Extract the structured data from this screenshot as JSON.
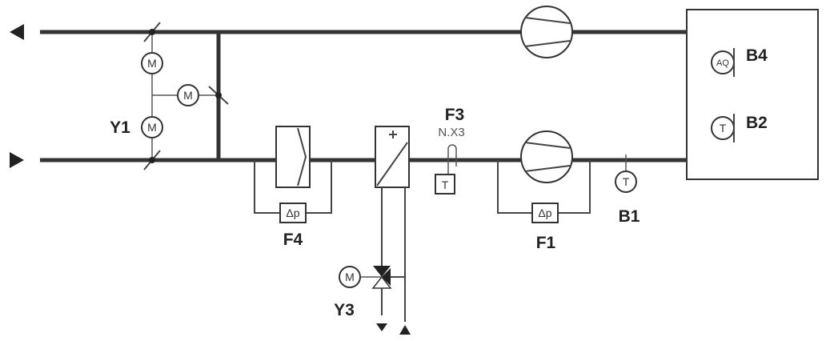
{
  "labels": {
    "y1": "Y1",
    "y3": "Y3",
    "f1": "F1",
    "f3": "F3",
    "f4": "F4",
    "b1": "B1",
    "b2": "B2",
    "b4": "B4",
    "n_x3": "N.X3"
  },
  "symbols": {
    "motor": "M",
    "temperature": "T",
    "air_quality": "AQ",
    "pressure_diff": "Δp",
    "plus": "+"
  }
}
